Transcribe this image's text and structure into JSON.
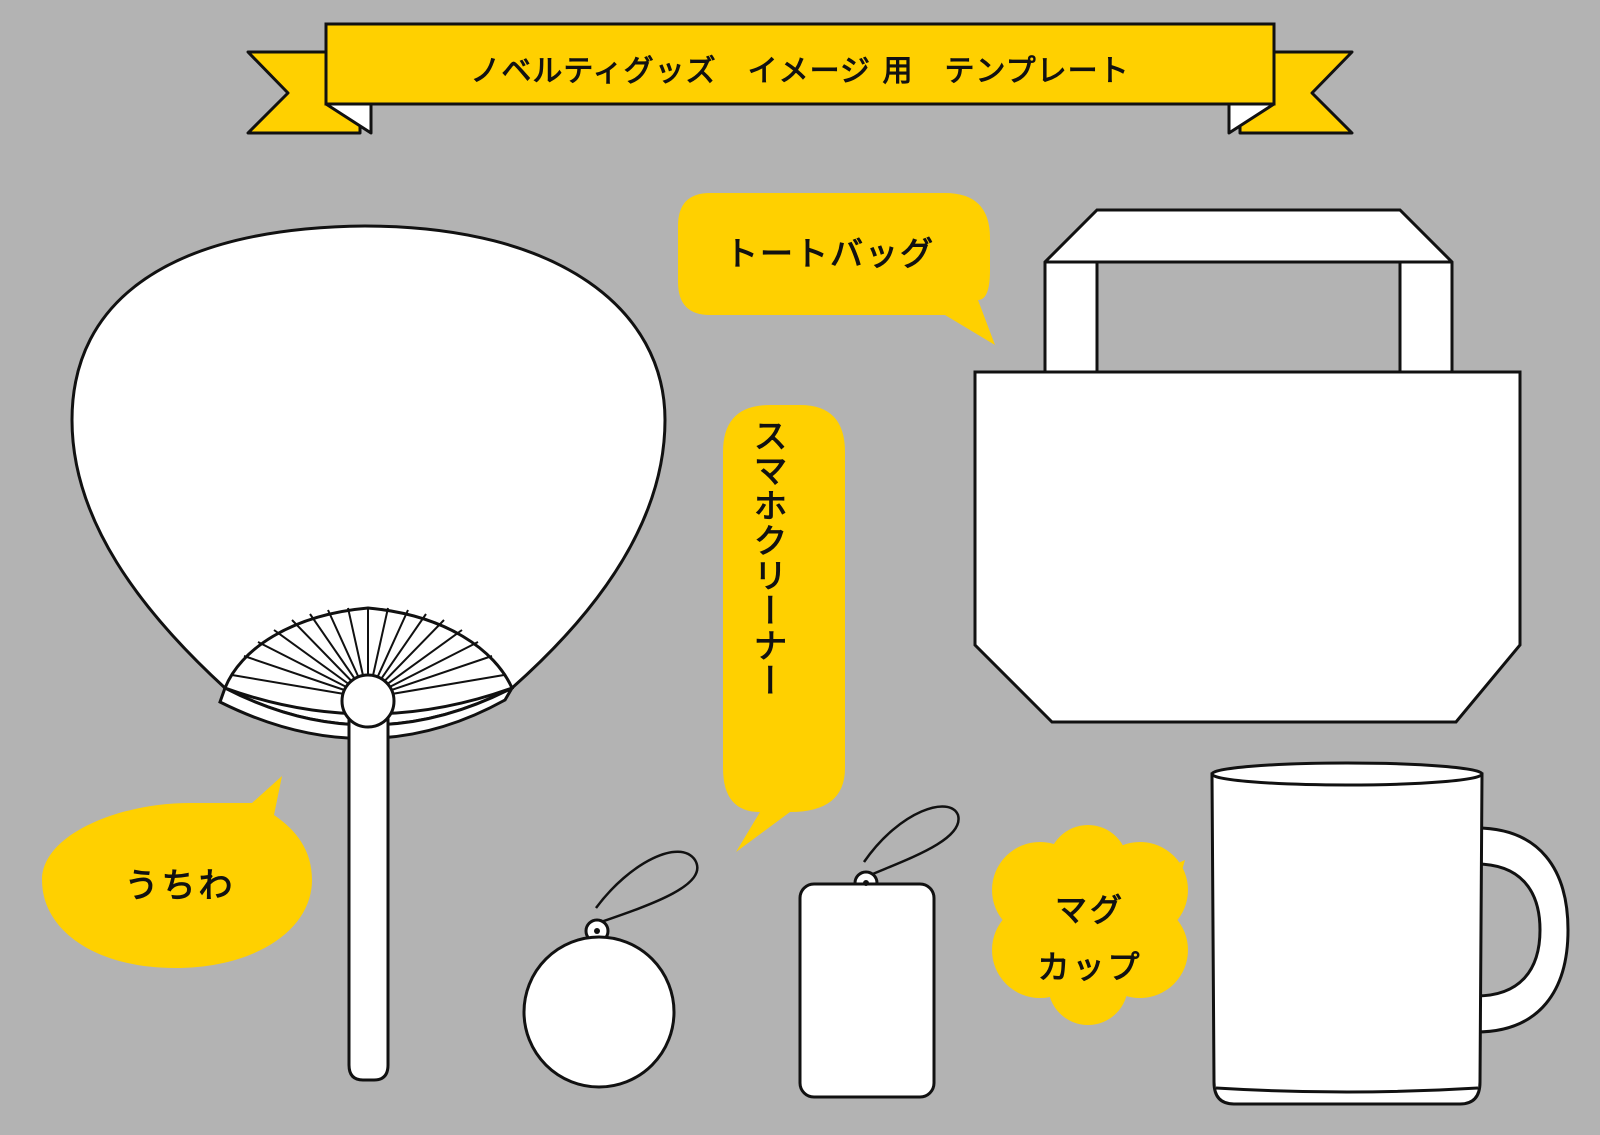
{
  "title": "ノベルティグッズ　イメージ 用　テンプレート",
  "labels": {
    "tote_bag": "トートバッグ",
    "phone_cleaner": "スマホクリーナー",
    "uchiwa": "うちわ",
    "mug_line1": "マグ",
    "mug_line2": "カップ"
  },
  "colors": {
    "background": "#b3b3b3",
    "accent_yellow": "#ffd000",
    "outline": "#111111",
    "item_fill": "#ffffff"
  }
}
